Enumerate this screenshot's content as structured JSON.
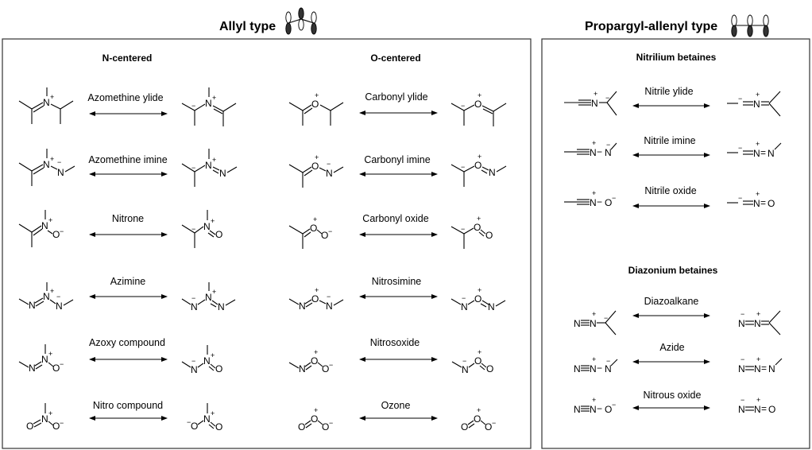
{
  "allyl": {
    "title": "Allyl type",
    "n_header": "N-centered",
    "o_header": "O-centered",
    "n_labels": [
      "Azomethine ylide",
      "Azomethine imine",
      "Nitrone",
      "Azimine",
      "Azoxy compound",
      "Nitro compound"
    ],
    "o_labels": [
      "Carbonyl ylide",
      "Carbonyl imine",
      "Carbonyl oxide",
      "Nitrosimine",
      "Nitrosoxide",
      "Ozone"
    ]
  },
  "propargyl": {
    "title": "Propargyl-allenyl type",
    "nitrilium_header": "Nitrilium betaines",
    "nitrilium_labels": [
      "Nitrile ylide",
      "Nitrile imine",
      "Nitrile oxide"
    ],
    "diazonium_header": "Diazonium betaines",
    "diazonium_labels": [
      "Diazoalkane",
      "Azide",
      "Nitrous oxide"
    ]
  },
  "glyphs": {
    "N": "N",
    "O": "O",
    "plus": "+",
    "minus": "−",
    "dash": "−",
    "triple": "≡",
    "double": "="
  }
}
